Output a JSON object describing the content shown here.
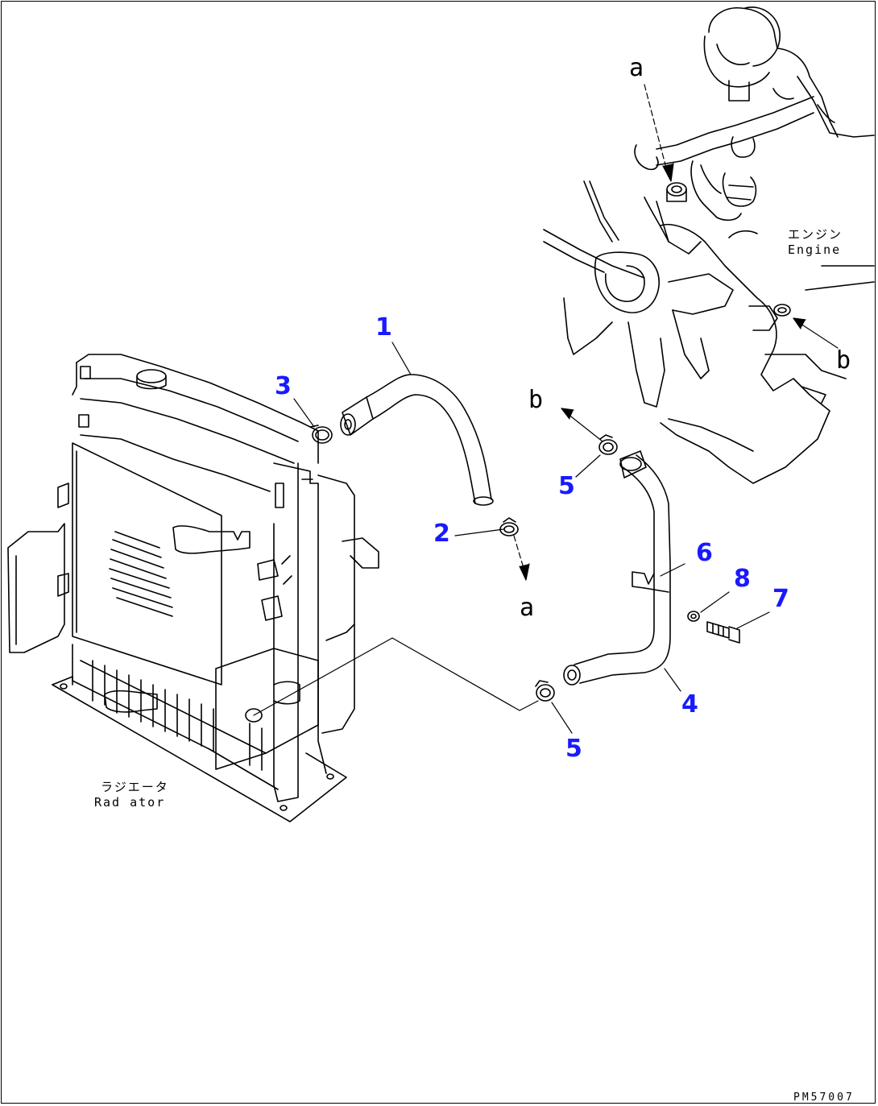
{
  "callouts": [
    "1",
    "2",
    "3",
    "4",
    "5",
    "5",
    "6",
    "7",
    "8"
  ],
  "markers": [
    "a",
    "a",
    "b",
    "b"
  ],
  "engine_label": {
    "jp": "エンジン",
    "en": "Engine"
  },
  "radiator_label": {
    "jp": "ラジエータ",
    "en": "Rad ator"
  },
  "drawing_number": "PM57007",
  "colors": {
    "callout": "#1a1aff",
    "line": "#000000",
    "background": "#ffffff"
  }
}
